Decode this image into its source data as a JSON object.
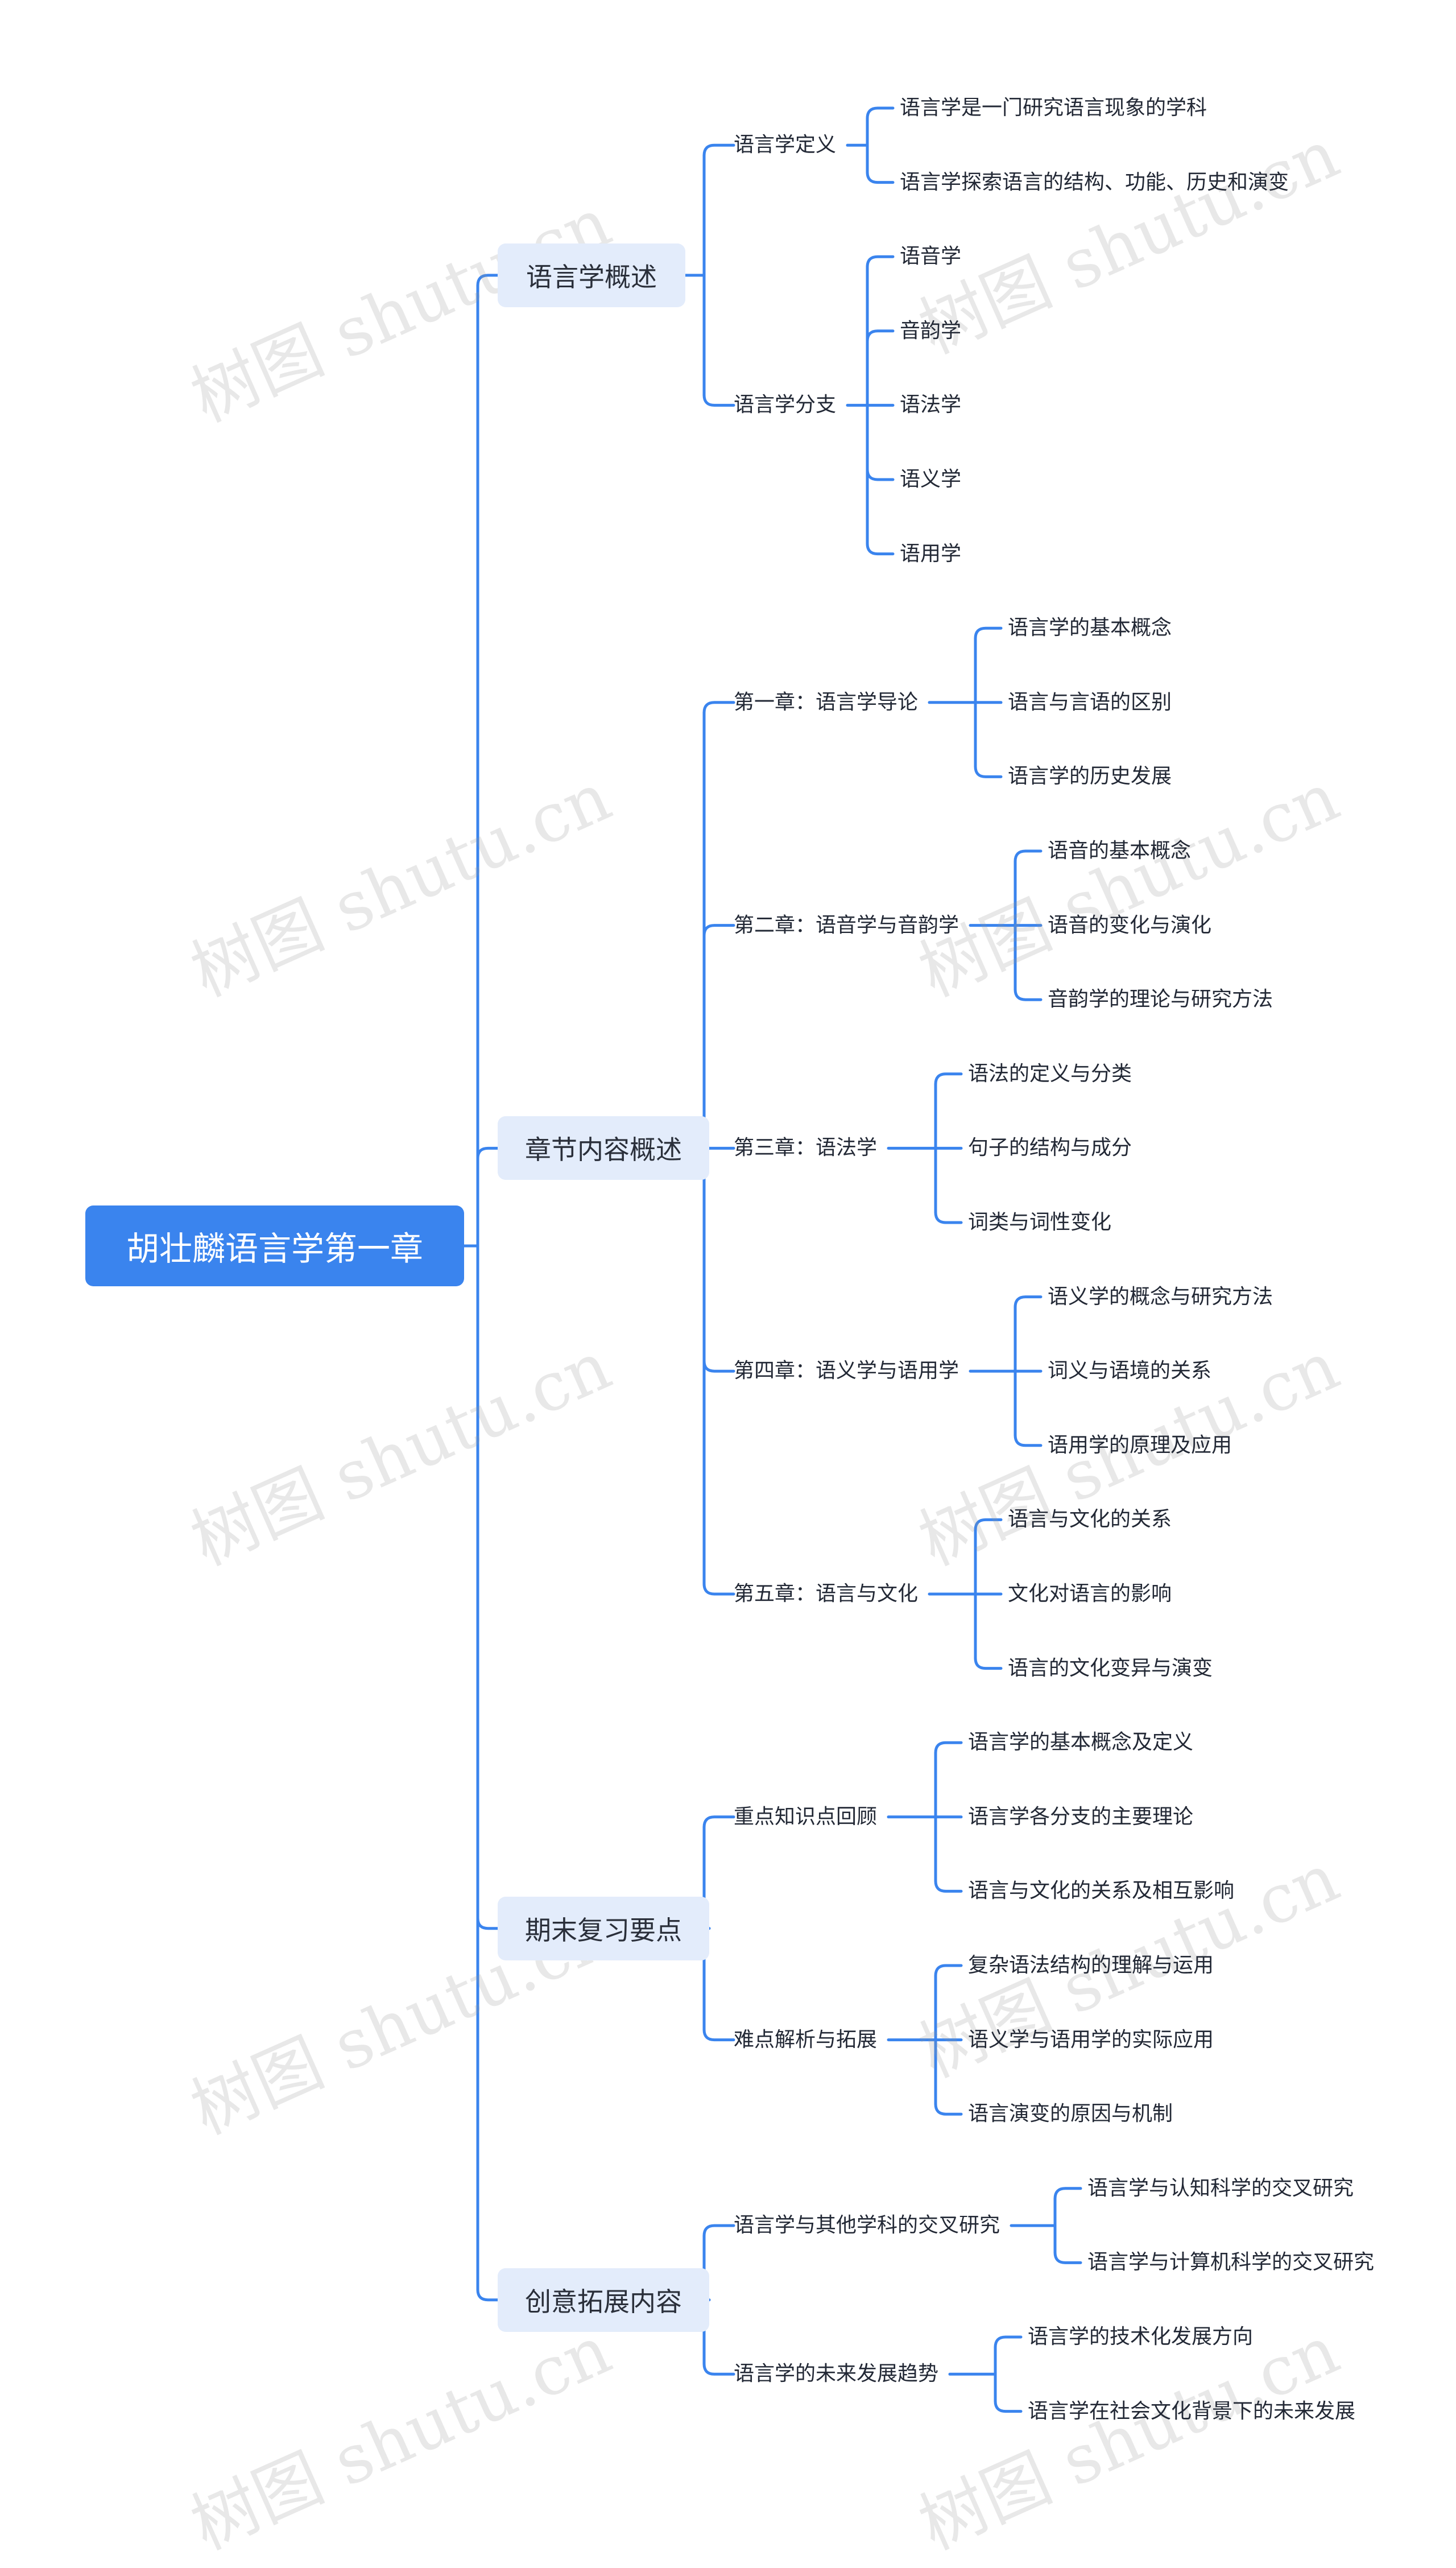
{
  "root": {
    "label": "胡壮麟语言学第一章"
  },
  "watermark": {
    "text": "树图 shutu.cn"
  },
  "colors": {
    "root_bg": "#3a84ee",
    "branch_bg": "#e3ecfb",
    "line": "#3a84ee"
  },
  "branches": [
    {
      "label": "语言学概述",
      "children": [
        {
          "label": "语言学定义",
          "children": [
            "语言学是一门研究语言现象的学科",
            "语言学探索语言的结构、功能、历史和演变"
          ]
        },
        {
          "label": "语言学分支",
          "children": [
            "语音学",
            "音韵学",
            "语法学",
            "语义学",
            "语用学"
          ]
        }
      ]
    },
    {
      "label": "章节内容概述",
      "children": [
        {
          "label": "第一章：语言学导论",
          "children": [
            "语言学的基本概念",
            "语言与言语的区别",
            "语言学的历史发展"
          ]
        },
        {
          "label": "第二章：语音学与音韵学",
          "children": [
            "语音的基本概念",
            "语音的变化与演化",
            "音韵学的理论与研究方法"
          ]
        },
        {
          "label": "第三章：语法学",
          "children": [
            "语法的定义与分类",
            "句子的结构与成分",
            "词类与词性变化"
          ]
        },
        {
          "label": "第四章：语义学与语用学",
          "children": [
            "语义学的概念与研究方法",
            "词义与语境的关系",
            "语用学的原理及应用"
          ]
        },
        {
          "label": "第五章：语言与文化",
          "children": [
            "语言与文化的关系",
            "文化对语言的影响",
            "语言的文化变异与演变"
          ]
        }
      ]
    },
    {
      "label": "期末复习要点",
      "children": [
        {
          "label": "重点知识点回顾",
          "children": [
            "语言学的基本概念及定义",
            "语言学各分支的主要理论",
            "语言与文化的关系及相互影响"
          ]
        },
        {
          "label": "难点解析与拓展",
          "children": [
            "复杂语法结构的理解与运用",
            "语义学与语用学的实际应用",
            "语言演变的原因与机制"
          ]
        }
      ]
    },
    {
      "label": "创意拓展内容",
      "children": [
        {
          "label": "语言学与其他学科的交叉研究",
          "children": [
            "语言学与认知科学的交叉研究",
            "语言学与计算机科学的交叉研究"
          ]
        },
        {
          "label": "语言学的未来发展趋势",
          "children": [
            "语言学的技术化发展方向",
            "语言学在社会文化背景下的未来发展"
          ]
        }
      ]
    }
  ]
}
